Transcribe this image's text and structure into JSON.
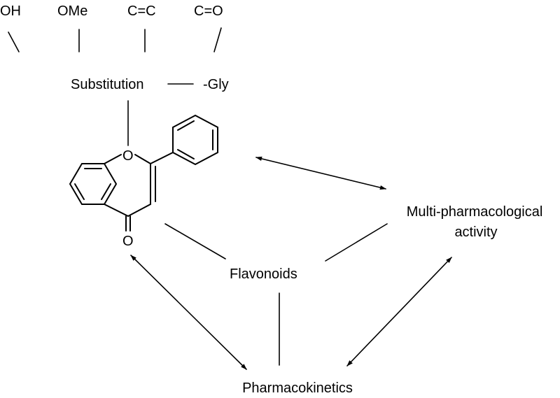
{
  "substituents": [
    "OH",
    "OMe",
    "C=C",
    "C=O"
  ],
  "substitution_label": "Substitution",
  "glycoside_label": "-Gly",
  "ring_oxygen": "O",
  "carbonyl_oxygen": "O",
  "center_label": "Flavonoids",
  "activity_label_line1": "Multi-pharmacological",
  "activity_label_line2": "activity",
  "pk_label": "Pharmacokinetics"
}
